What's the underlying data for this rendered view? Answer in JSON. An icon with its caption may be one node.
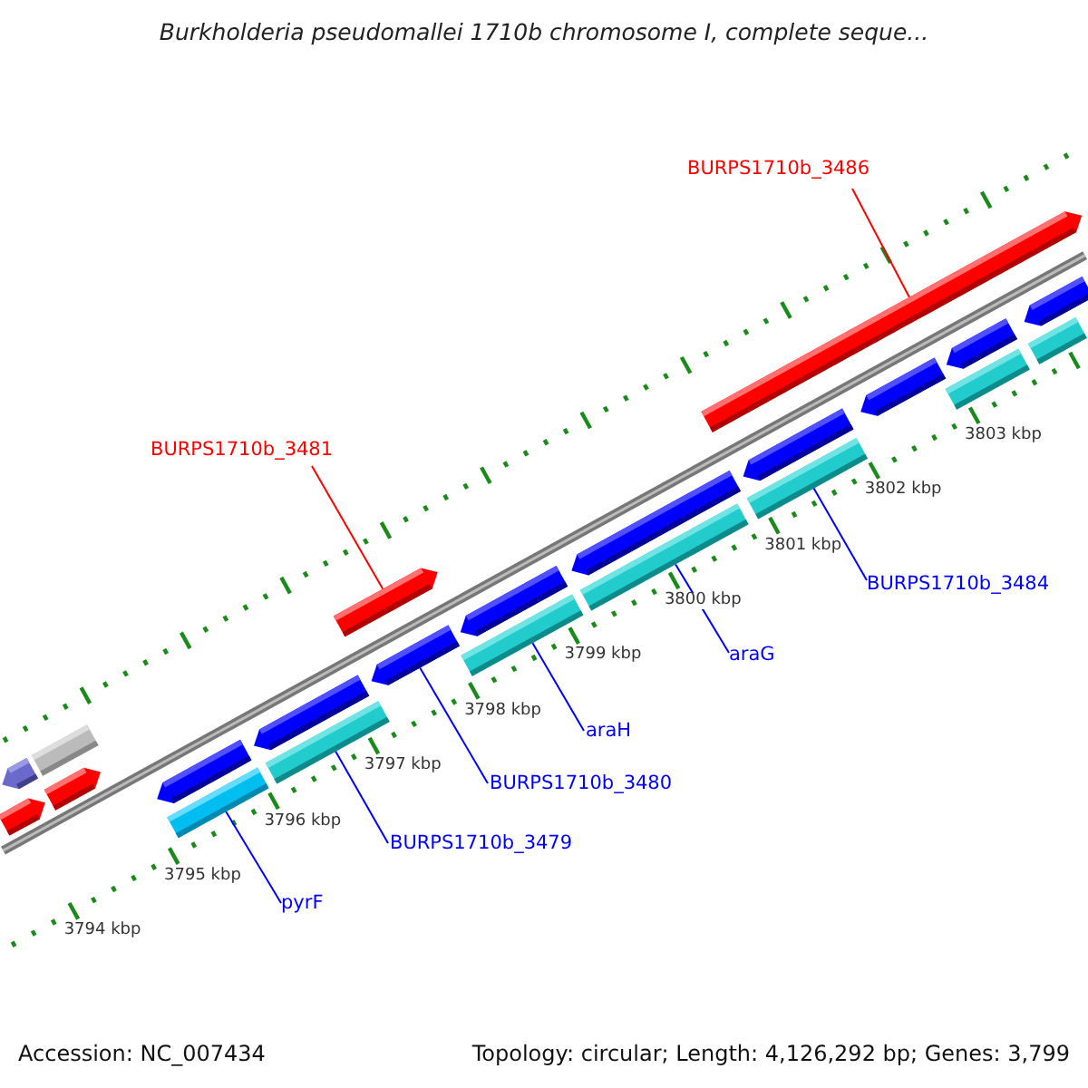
{
  "diagram": {
    "title": "Burkholderia pseudomallei 1710b chromosome I, complete seque...",
    "nodes": [
      {
        "text": [
          "BURPS1710b_3486"
        ]
      },
      {
        "text": [],
        "shape": "bar"
      },
      {
        "text": [
          "BURPS1710b_3481"
        ]
      },
      {
        "text": [],
        "shape": "bar"
      },
      {
        "text": [
          "BURPS1710b_3484"
        ]
      },
      {
        "text": [],
        "shape": "bar"
      },
      {
        "text": [
          "araG"
        ]
      },
      {
        "text": [],
        "shape": "bar"
      },
      {
        "text": [
          "araH"
        ]
      },
      {
        "text": [],
        "shape": "bar"
      },
      {
        "text": [
          "BURPS1710b_3480"
        ]
      },
      {
        "text": [],
        "shape": "bar"
      },
      {
        "text": [
          "BURPS1710b_3479"
        ]
      },
      {
        "text": [],
        "shape": "bar"
      },
      {
        "text": [
          "pyrF"
        ]
      },
      {
        "text": [],
        "shape": "bar"
      }
    ],
    "edges": [
      {
        "from": 0,
        "to": 1,
        "arrow": "none",
        "color": "#ff0000"
      },
      {
        "from": 2,
        "to": 3,
        "arrow": "none",
        "color": "#ff0000"
      },
      {
        "from": 4,
        "to": 5,
        "arrow": "none"
      },
      {
        "from": 6,
        "to": 7,
        "arrow": "none"
      },
      {
        "from": 8,
        "to": 9,
        "arrow": "none"
      },
      {
        "from": 10,
        "to": 11,
        "arrow": "none"
      },
      {
        "from": 12,
        "to": 13,
        "arrow": "none"
      },
      {
        "from": 14,
        "to": 15,
        "arrow": "none"
      }
    ],
    "labels": [
      "3794 kbp",
      "3795 kbp",
      "3796 kbp",
      "3797 kbp",
      "3798 kbp",
      "3799 kbp",
      "3800 kbp",
      "3801 kbp",
      "3802 kbp",
      "3803 kbp",
      "Accession: NC_007434",
      "Topology: circular; Length: 4,126,292 bp; Genes: 3,799"
    ]
  }
}
